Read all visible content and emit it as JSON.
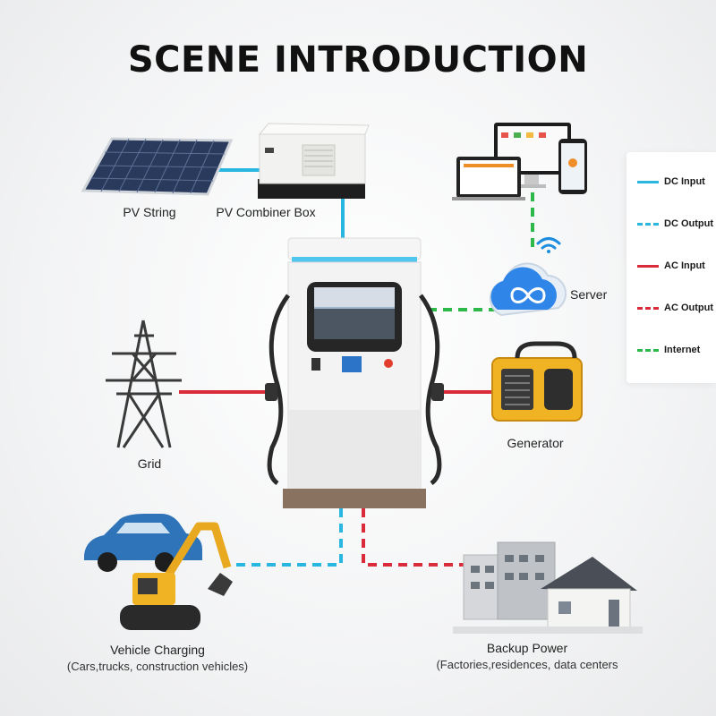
{
  "title": "SCENE INTRODUCTION",
  "nodes": {
    "pv_string": "PV String",
    "pv_combiner_box": "PV Combiner Box",
    "server": "Server",
    "grid": "Grid",
    "generator": "Generator",
    "vehicle_charging": "Vehicle Charging",
    "vehicle_charging_sub": "(Cars,trucks, construction vehicles)",
    "backup_power": "Backup Power",
    "backup_power_sub": "(Factories,residences, data centers"
  },
  "legend": [
    {
      "label": "DC Input",
      "color": "#29b6e0",
      "style": "solid"
    },
    {
      "label": "DC Output",
      "color": "#29b6e0",
      "style": "dashed"
    },
    {
      "label": "AC Input",
      "color": "#d92b3a",
      "style": "solid"
    },
    {
      "label": "AC Output",
      "color": "#d92b3a",
      "style": "dashed"
    },
    {
      "label": "Internet",
      "color": "#2db84a",
      "style": "dashed"
    }
  ],
  "colors": {
    "dc": "#29b6e0",
    "ac": "#d92b3a",
    "internet": "#2db84a"
  }
}
